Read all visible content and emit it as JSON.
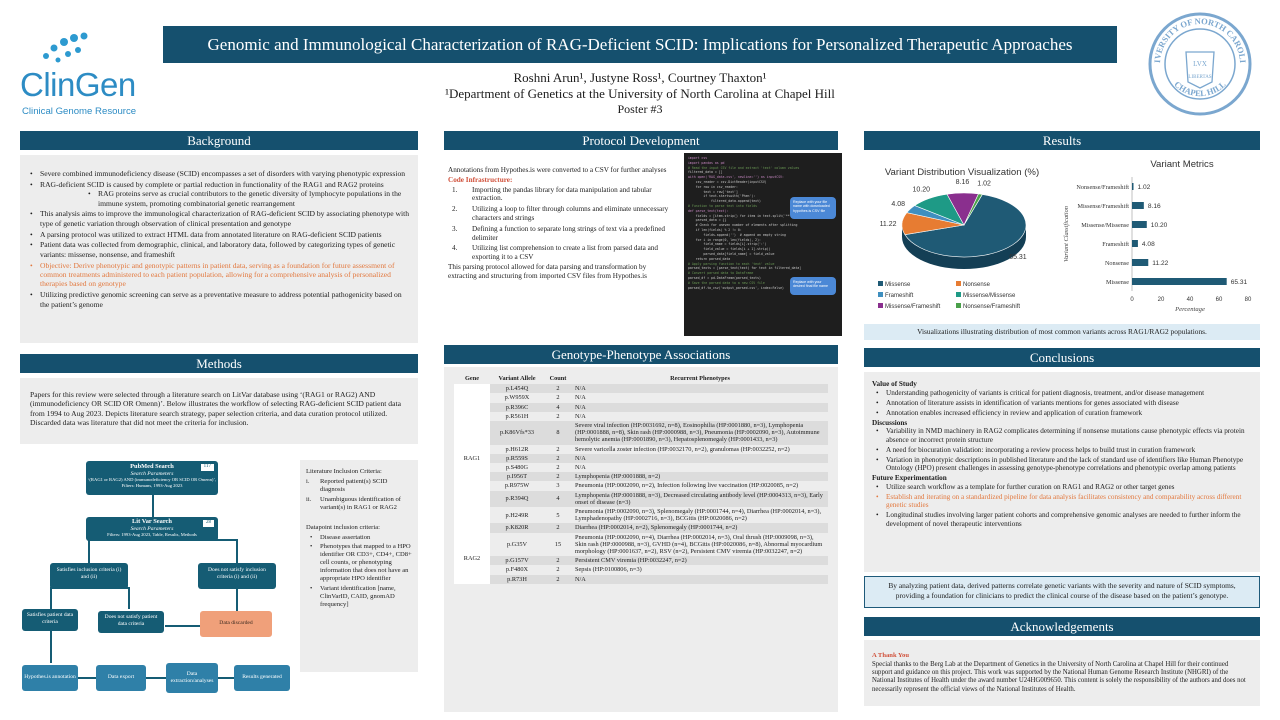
{
  "title": "Genomic and Immunological Characterization of RAG-Deficient SCID: Implications for Personalized Therapeutic Approaches",
  "logo": {
    "name": "ClinGen",
    "sub": "Clinical Genome Resource"
  },
  "seal": {
    "text": "UNIVERSITY OF NORTH CAROLINA CHAPEL HILL LVX LIBERTAS"
  },
  "authors": "Roshni Arun¹, Justyne Ross¹, Courtney Thaxton¹",
  "affiliation": "¹Department of Genetics at the University of North Carolina at Chapel Hill",
  "poster_no": "Poster #3",
  "background": {
    "header": "Background",
    "items": [
      "Severe combined immunodeficiency disease (SCID) encompasses a set of disorders with varying phenotypic expression",
      "RAG-deficient SCID is caused by complete or partial reduction in functionality of the RAG1 and RAG2 proteins",
      "This analysis aims to improve the immunological characterization of RAG-deficient SCID by associating phenotype with type of genetic variation through observation of clinical presentation and genotype",
      "A parsing protocol was utilized to extract HTML data from annotated literature on RAG-deficient SCID patients",
      "Patient data was collected from demographic, clinical, and laboratory data, followed by categorizing types of genetic variants: missense, nonsense, and frameshift",
      "Objective: Derive phenotypic and genotypic patterns in patient data, serving as a foundation for future assessment of common treatments administered to each patient population, allowing for a comprehensive analysis of personalized therapies based on genotype",
      "Utilizing predictive genomic screening can serve as a preventative measure to address potential pathogenicity based on the patient’s genome"
    ],
    "sub_item": "RAG proteins serve as crucial contributors to the genetic diversity of lymphocyte populations in the immune system, promoting combinatorial genetic rearrangement"
  },
  "methods": {
    "header": "Methods",
    "text": "Papers for this review were selected through a literature search on LitVar database using ‘(RAG1 or RAG2) AND (immunodeficiency OR SCID OR Omenn)’. Below illustrates the workflow of selecting RAG-deficient SCID patient data from 1994 to Aug 2023. Depicts literature search strategy, paper selection criteria, and data curation protocol utilized. Discarded data was literature that did not meet the criteria for inclusion.",
    "flow": {
      "pubmed_title": "PubMed Search",
      "pubmed_params": "Search Parameters",
      "pubmed_query": "‘(RAG1 or RAG2) AND (immunodeficiency OR SCID OR Omenn)’, Filters: Humans, 1993-Aug 2023",
      "pubmed_count": "117",
      "litvar_title": "Lit Var Search",
      "litvar_params": "Search Parameters",
      "litvar_filters": "Filters: 1993-Aug 2023, Table, Results, Methods",
      "litvar_count": "28",
      "sat_inclusion": "Satisfies inclusion criteria (i) and (ii)",
      "not_inclusion": "Does not satisfy inclusion criteria (i) and (ii)",
      "sat_patient": "Satisfies patient data criteria",
      "not_patient": "Does not satisfy patient data criteria",
      "discarded": "Data discarded",
      "hypothes": "Hypothes.is annotation",
      "export": "Data export",
      "extraction": "Data extraction/analyses",
      "results": "Results generated"
    },
    "criteria_title": "Literature Inclusion Criteria:",
    "criteria": [
      {
        "num": "i.",
        "text": "Reported patient(s) SCID diagnosis"
      },
      {
        "num": "ii.",
        "text": "Unambiguous identification of variant(s) in RAG1 or RAG2"
      }
    ],
    "datapoint_title": "Datapoint inclusion criteria:",
    "datapoints": [
      "Disease assertation",
      "Phenotypes that mapped to a HPO identifier OR CD3+, CD4+, CD8+ cell counts, or phenotyping information that does not have an appropriate HPO identifier",
      "Variant identification [name, ClinVarID, CAID, gnomAD frequency]"
    ]
  },
  "protocol": {
    "header": "Protocol Development",
    "intro": "Annotations from Hypothes.is were converted to a CSV for further analyses",
    "infra_label": "Code Infrastructure:",
    "steps": [
      {
        "num": "1.",
        "text": "Importing the pandas library for data manipulation and tabular extraction."
      },
      {
        "num": "2.",
        "text": "Utilizing a loop to filter through columns and eliminate unnecessary characters and strings"
      },
      {
        "num": "3.",
        "text": "Defining a function to separate long strings of text via a predefined delimiter"
      },
      {
        "num": "4.",
        "text": "Utilizing list comprehension to create a list from parsed data and exporting it to a CSV"
      }
    ],
    "outro": "This parsing protocol allowed for data parsing and transformation by extracting and structuring from imported CSV files from Hypothes.is",
    "code_lines": [
      "import csv",
      "import pandas as pd",
      "",
      "# Read the input CSV file and extract 'text' column values",
      "filtered_data = []",
      "with open('RAG_data.csv', newline='') as inputCSV:",
      "    csv_reader = csv.DictReader(inputCSV)",
      "    for row in csv_reader:",
      "        text = row['text']",
      "        if text.startswith('Phen'):",
      "            filtered_data.append(text)",
      "",
      "# Function to parse text into fields",
      "def parse_text(text):",
      "    fields = [item.strip() for item in text.split('**')]",
      "    parsed_data = {}",
      "",
      "    # Check for uneven number of elements after splitting",
      "    if len(fields) % 2 != 0:",
      "        fields.append('')  # append an empty string",
      "",
      "    for i in range(0, len(fields), 2):",
      "        field_name = fields[i].strip(':')",
      "        field_value = fields[i + 1].strip()",
      "        parsed_data[field_name] = field_value",
      "    return parsed_data",
      "",
      "# Apply parsing function to each 'text' value",
      "parsed_texts = [parse_text(text) for text in filtered_data]",
      "",
      "# Convert parsed data to DataFrame",
      "parsed_df = pd.DataFrame(parsed_texts)",
      "",
      "# Save the parsed data to a new CSV file",
      "parsed_df.to_csv('output_parsed.csv', index=False)"
    ],
    "callout1": "Replace with your file name with downloaded hypothes.is CSV file",
    "callout2": "Replace with your desired final file name"
  },
  "genotype": {
    "header": "Genotype-Phenotype Associations",
    "columns": [
      "Gene",
      "Variant Allele",
      "Count",
      "Recurrent Phenotypes"
    ],
    "groups": [
      {
        "gene": "RAG1",
        "rows": [
          {
            "allele": "p.L454Q",
            "count": "2",
            "pheno": "N/A"
          },
          {
            "allele": "p.W959X",
            "count": "2",
            "pheno": "N/A"
          },
          {
            "allele": "p.R396C",
            "count": "4",
            "pheno": "N/A"
          },
          {
            "allele": "p.R561H",
            "count": "2",
            "pheno": "N/A"
          },
          {
            "allele": "p.K86Vfs*33",
            "count": "8",
            "pheno": "Severe viral infection (HP:0031692, n=8), Eosinophilia (HP:0001880, n=3), Lymphopenia (HP:0001888, n=8), Skin rash (HP:0000988, n=3), Pneumonia (HP:0002090, n=3), Autoimmune hemolytic anemia (HP:0001890, n=3), Hepatosplenomegaly (HP:0001433, n=3)"
          },
          {
            "allele": "p.H612R",
            "count": "2",
            "pheno": "Severe varicella zoster infection (HP:0032170, n=2), granulomas (HP:0032252, n=2)"
          },
          {
            "allele": "p.R559S",
            "count": "2",
            "pheno": "N/A"
          },
          {
            "allele": "p.S480G",
            "count": "2",
            "pheno": "N/A"
          },
          {
            "allele": "p.I956T",
            "count": "2",
            "pheno": "Lymphopenia (HP:0001888, n=2)"
          },
          {
            "allele": "p.R975W",
            "count": "3",
            "pheno": "Pneumonia (HP:0002090, n=2), Infection following live vaccination (HP:0020085, n=2)"
          },
          {
            "allele": "p.R394Q",
            "count": "4",
            "pheno": "Lymphopenia (HP:0001888, n=3), Decreased circulating antibody level (HP:0004313, n=3), Early onset of disease (n=3)"
          },
          {
            "allele": "p.H249R",
            "count": "5",
            "pheno": "Pneumonia (HP:0002090, n=3), Splenomegaly (HP:0001744, n=4), Diarrhea (HP:0002014, n=3), Lymphadenopathy (HP:0002716, n=3), BCGitis (HP:0020086, n=2)"
          },
          {
            "allele": "p.K820R",
            "count": "2",
            "pheno": "Diarrhea (HP:0002014, n=2), Splenomegaly (HP:0001744, n=2)"
          }
        ]
      },
      {
        "gene": "RAG2",
        "rows": [
          {
            "allele": "p.G35V",
            "count": "15",
            "pheno": "Pneumonia (HP:0002090, n=4), Diarrhea (HP:0002014, n=3), Oral thrush (HP:0009098, n=3), Skin rash (HP:0000988, n=3), GVHD (n=4), BCGitis (HP:0020086, n=8), Abnormal myocardium morphology (HP:0001637, n=2), RSV (n=2), Persistent CMV viremia (HP:0032247, n=2)"
          },
          {
            "allele": "p.G157V",
            "count": "2",
            "pheno": "Persistent CMV viremia (HP:0032247, n=2)"
          },
          {
            "allele": "p.F480X",
            "count": "2",
            "pheno": "Sepsis (HP:0100806, n=3)"
          },
          {
            "allele": "p.R73H",
            "count": "2",
            "pheno": "N/A"
          }
        ]
      }
    ]
  },
  "results": {
    "header": "Results",
    "caption": "Visualizations illustrating distribution of most common variants across RAG1/RAG2 populations."
  },
  "chart_data": [
    {
      "type": "pie",
      "title": "Variant Distribution Visualization (%)",
      "categories": [
        "Missense",
        "Nonsense",
        "Frameshift",
        "Missense/Missense",
        "Missense/Frameshift",
        "Nonsense/Frameshift"
      ],
      "values": [
        65.31,
        11.22,
        4.08,
        10.2,
        8.16,
        1.02
      ],
      "colors": [
        "#1f5a75",
        "#e77c32",
        "#3f8fbf",
        "#1e9a86",
        "#8a2f8e",
        "#4aa04a"
      ],
      "legend": "bottom"
    },
    {
      "type": "bar",
      "title": "Variant Metrics",
      "categories": [
        "Nonsense/Frameshift",
        "Missense/Frameshift",
        "Missense/Missense",
        "Frameshift",
        "Nonsense",
        "Missense"
      ],
      "values": [
        1.02,
        8.16,
        10.2,
        4.08,
        11.22,
        65.31
      ],
      "xlabel": "Percentage",
      "ylabel": "Variant Classification",
      "xlim": [
        0,
        80
      ],
      "xticks": [
        "0",
        "20",
        "40",
        "60",
        "80"
      ],
      "color": "#1f5a75"
    }
  ],
  "conclusions": {
    "header": "Conclusions",
    "value_title": "Value of Study",
    "value_items": [
      "Understanding pathogenicity of variants is critical for patient diagnosis, treatment, and/or disease management",
      "Annotation of literature assists in identification of variants mentions for genes associated with disease",
      "Annotation enables increased efficiency in review and application of curation framework"
    ],
    "disc_title": "Discussions",
    "disc_items": [
      "Variability in NMD machinery in RAG2 complicates determining if nonsense mutations cause phenotypic effects via protein absence or incorrect protein structure",
      "A need for biocuration validation: incorporating a review process helps to build trust in curation framework",
      "Variation in phenotypic descriptions in published literature and the lack of standard use of identifiers like Human Phenotype Ontology (HPO) present challenges in assessing genotype-phenotype correlations and phenotypic overlap among patients"
    ],
    "future_title": "Future Experimentation",
    "future_items": [
      "Utilize search workflow as a template for further curation on RAG1 and RAG2 or other target genes",
      "Establish and iterating on a standardized pipeline for data analysis facilitates consistency and comparability across different genetic studies",
      "Longitudinal studies involving larger patient cohorts and comprehensive genomic analyses are needed to further inform the development of novel therapeutic interventions"
    ],
    "summary": "By analyzing patient data, derived patterns correlate genetic variants with the severity and nature of SCID symptoms, providing a foundation for clinicians to predict the clinical course of the disease based on the patient’s genotype."
  },
  "ack": {
    "header": "Acknowledgements",
    "thanks": "A Thank You",
    "text": "Special thanks to the Berg Lab at the Department of Genetics in the University of North Carolina at Chapel Hill for their continued support and guidance on this project. This work was supported by the National Human Genome Research Institute (NHGRI) of the National Institutes of Health under the award number U24HG009650. This content is solely the responsibility of the authors and does not necessarily represent the official views of the National Institutes of Health."
  }
}
